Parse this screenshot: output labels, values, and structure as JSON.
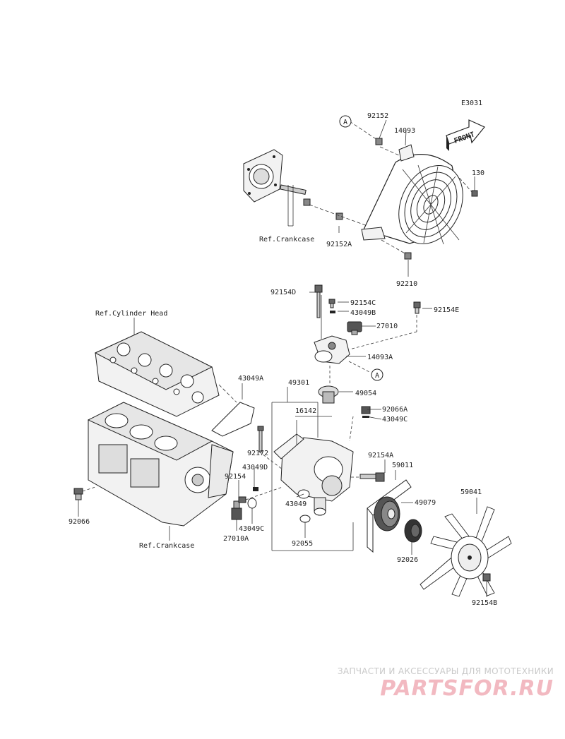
{
  "diagram_code": "E3031",
  "front_label": "FRONT",
  "callout_marker": "A",
  "refs": {
    "crankcase_top": "Ref.Crankcase",
    "cylinder_head": "Ref.Cylinder Head",
    "crankcase_bottom": "Ref.Crankcase"
  },
  "parts": [
    "92152",
    "14093",
    "130",
    "92152A",
    "92210",
    "92154D",
    "92154C",
    "43049B",
    "27010",
    "92154E",
    "14093A",
    "43049A",
    "49301",
    "49054",
    "16142",
    "92066A",
    "43049C",
    "92172",
    "92154A",
    "43049D",
    "59011",
    "92154",
    "59041",
    "43049",
    "49079",
    "92066",
    "27010A",
    "43049C",
    "92055",
    "92026",
    "92154B"
  ],
  "watermark": {
    "subtitle": "ЗАПЧАСТИ И АКСЕССУАРЫ ДЛЯ МОТОТЕХНИКИ",
    "logo": "PARTSFOR.RU"
  },
  "colors": {
    "line": "#333333",
    "watermark_logo": "#f2b9c1",
    "watermark_text": "#c9c9c9"
  }
}
